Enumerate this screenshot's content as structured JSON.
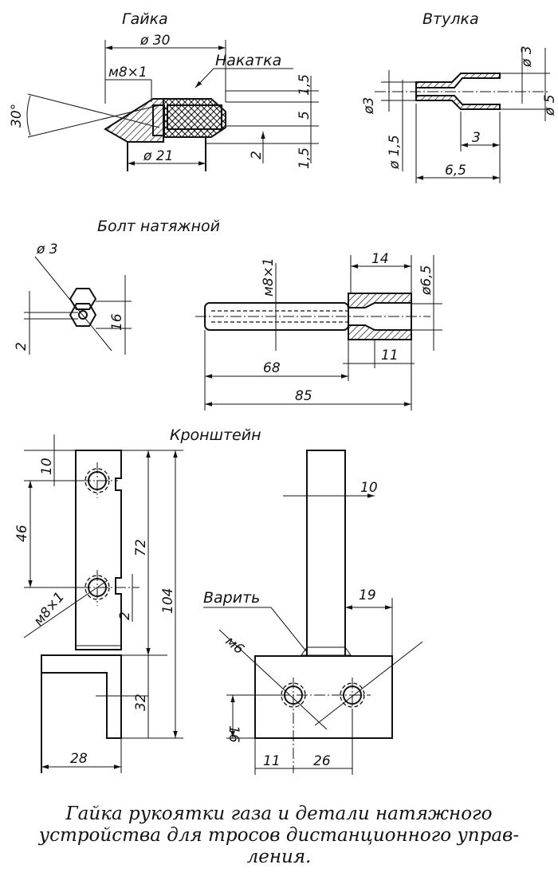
{
  "labels": {
    "gaika": "Гайка",
    "vtulka": "Втулка",
    "bolt": "Болт натяжной",
    "kronshtein": "Кронштейн",
    "nakatka": "Накатка",
    "varit": "Варить"
  },
  "dims": {
    "gaika_d30": "ø 30",
    "gaika_m8x1": "м8×1",
    "gaika_angle": "30°",
    "gaika_1_5_top": "1,5",
    "gaika_5": "5",
    "gaika_2": "2",
    "gaika_1_5_bot": "1,5",
    "gaika_d21": "ø 21",
    "vtulka_d3_top": "ø 3",
    "vtulka_d3_left": "ø3",
    "vtulka_d5": "ø 5",
    "vtulka_d1_5": "ø 1,5",
    "vtulka_3": "3",
    "vtulka_6_5": "6,5",
    "bolt_d3": "ø 3",
    "bolt_16": "16",
    "bolt_2": "2",
    "bolt_m8x1": "м8×1",
    "bolt_14": "14",
    "bolt_d6_5": "ø6,5",
    "bolt_11": "11",
    "bolt_68": "68",
    "bolt_85": "85",
    "kr_10_left": "10",
    "kr_46": "46",
    "kr_72": "72",
    "kr_104": "104",
    "kr_m8x1": "м8×1",
    "kr_2": "2",
    "kr_32": "32",
    "kr_28": "28",
    "kr_10_right": "10",
    "kr_19": "19",
    "kr_m6": "м6",
    "kr_16": "16",
    "kr_11": "11",
    "kr_26": "26"
  },
  "caption": {
    "line1": "Гайка рукоятки газа и детали натяжного",
    "line2": "устройства для тросов дистанционного управ-",
    "line3": "ления."
  }
}
